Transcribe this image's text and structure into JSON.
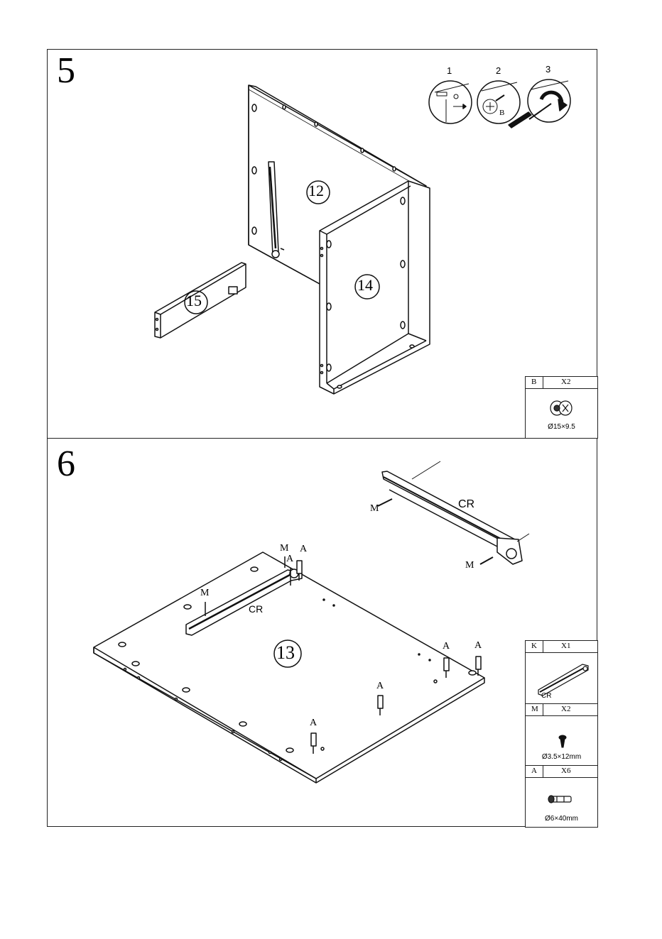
{
  "step5": {
    "number": "5",
    "cam_steps": [
      "1",
      "2",
      "3"
    ],
    "cam_label": "B",
    "panels": {
      "left": "12",
      "right": "14",
      "front": "15"
    },
    "parts": [
      {
        "code": "B",
        "qty": "X2",
        "size": "Ø15×9.5"
      }
    ]
  },
  "step6": {
    "number": "6",
    "panel": "13",
    "rail_label": "CR",
    "screw_label": "M",
    "dowel_label": "A",
    "parts": [
      {
        "code": "K",
        "qty": "X1",
        "name": "CR"
      },
      {
        "code": "M",
        "qty": "X2",
        "size": "Ø3.5×12mm"
      },
      {
        "code": "A",
        "qty": "X6",
        "size": "Ø6×40mm"
      }
    ]
  }
}
